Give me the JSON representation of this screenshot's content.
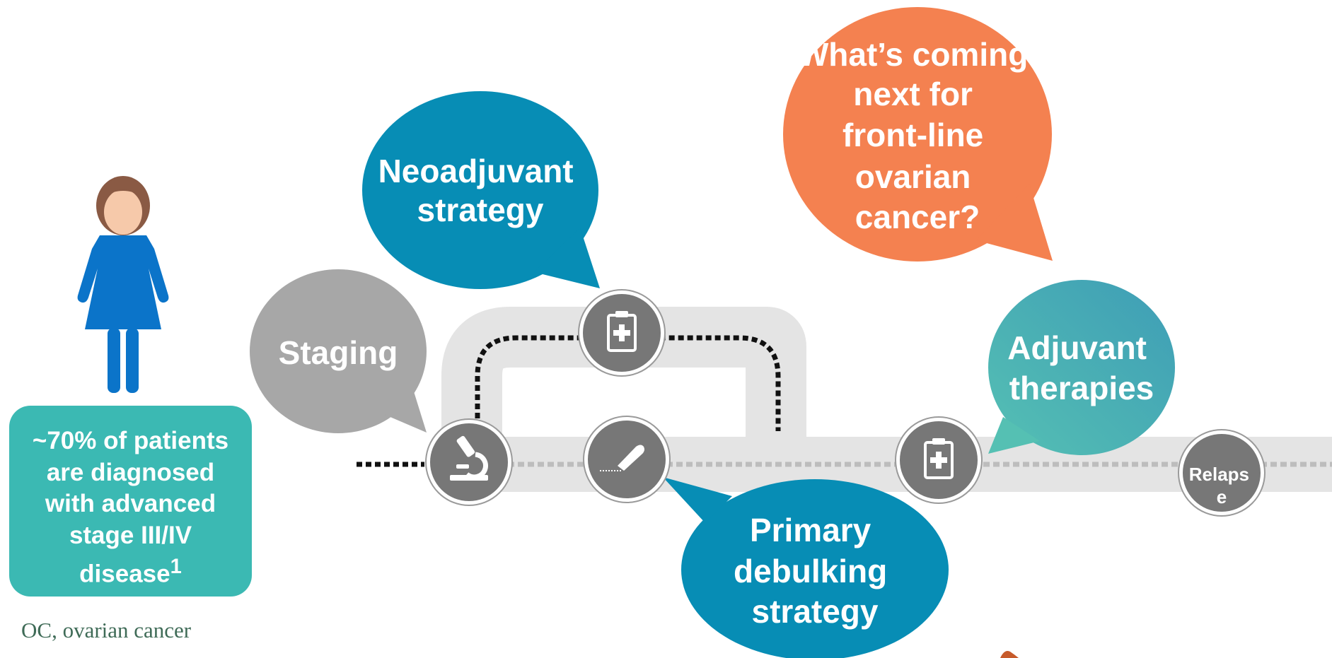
{
  "bubbles": {
    "staging": "Staging",
    "neoadjuvant": [
      "Neoadjuvant",
      "strategy"
    ],
    "whats_next": [
      "What’s coming",
      "next for",
      "front-line",
      "ovarian",
      "cancer?"
    ],
    "adjuvant": [
      "Adjuvant",
      "therapies"
    ],
    "primary": [
      "Primary",
      "debulking",
      "strategy"
    ],
    "relapse": [
      "Relaps",
      "e"
    ]
  },
  "stat_box": {
    "text": "~70% of patients are diagnosed with advanced stage III/IV disease",
    "superscript": "1"
  },
  "footnote": "OC, ovarian cancer",
  "colors": {
    "teal_blue": "#078db5",
    "orange": "#f48150",
    "gray_bubble": "#a7a7a7",
    "teal": "#3bb9b3",
    "adjuvant_gradient_start": "#53bfb3",
    "adjuvant_gradient_end": "#3f9fb6",
    "road": "#e4e4e4",
    "milestone": "#777777",
    "woman_dress": "#0b74c9",
    "woman_hair": "#8a5a44",
    "woman_skin": "#f6c9aa"
  },
  "icons": {
    "staging_node": "microscope-icon",
    "neoadjuvant_node": "clipboard-medical-icon",
    "surgery_node": "scalpel-icon",
    "adjuvant_node": "clipboard-medical-icon",
    "patient": "woman-icon"
  }
}
